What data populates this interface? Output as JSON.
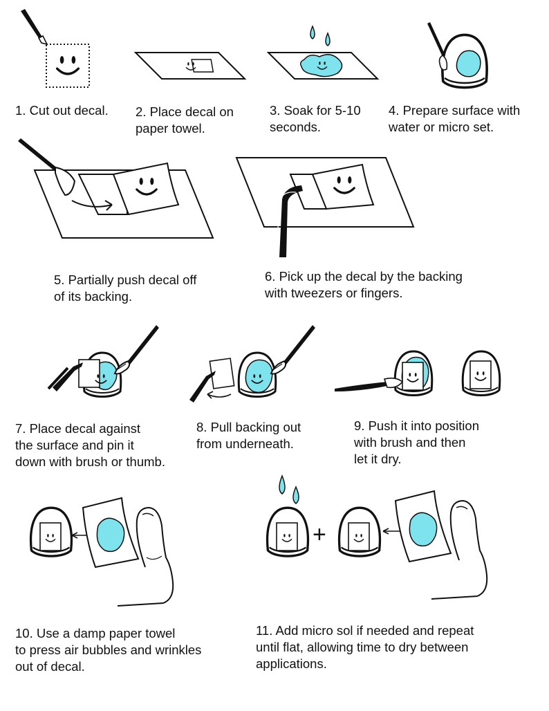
{
  "steps": [
    {
      "caption": "1. Cut out decal."
    },
    {
      "caption": "2. Place decal on\npaper towel."
    },
    {
      "caption": "3. Soak for 5-10\nseconds."
    },
    {
      "caption": "4. Prepare surface with\nwater or micro set."
    },
    {
      "caption": "5. Partially push decal off\nof its backing."
    },
    {
      "caption": "6. Pick up the decal by the backing\nwith tweezers or fingers."
    },
    {
      "caption": "7. Place decal against\nthe surface and pin it\ndown with brush or thumb."
    },
    {
      "caption": "8. Pull backing out\nfrom underneath."
    },
    {
      "caption": "9. Push it into position\nwith brush and then\nlet it dry."
    },
    {
      "caption": "10. Use a damp paper towel\nto press air bubbles and wrinkles\nout of decal."
    },
    {
      "caption": "11. Add micro sol if needed and repeat\nuntil flat, allowing time to dry between\napplications."
    }
  ],
  "plus_sign": "+",
  "colors": {
    "water": "#7fe3ee",
    "ink": "#111111"
  },
  "icons": [
    "knife-icon",
    "smiley-decal-icon",
    "paper-towel-icon",
    "water-drop-icon",
    "brush-icon",
    "tweezers-icon",
    "model-part-icon",
    "finger-icon",
    "arrow-icon"
  ]
}
